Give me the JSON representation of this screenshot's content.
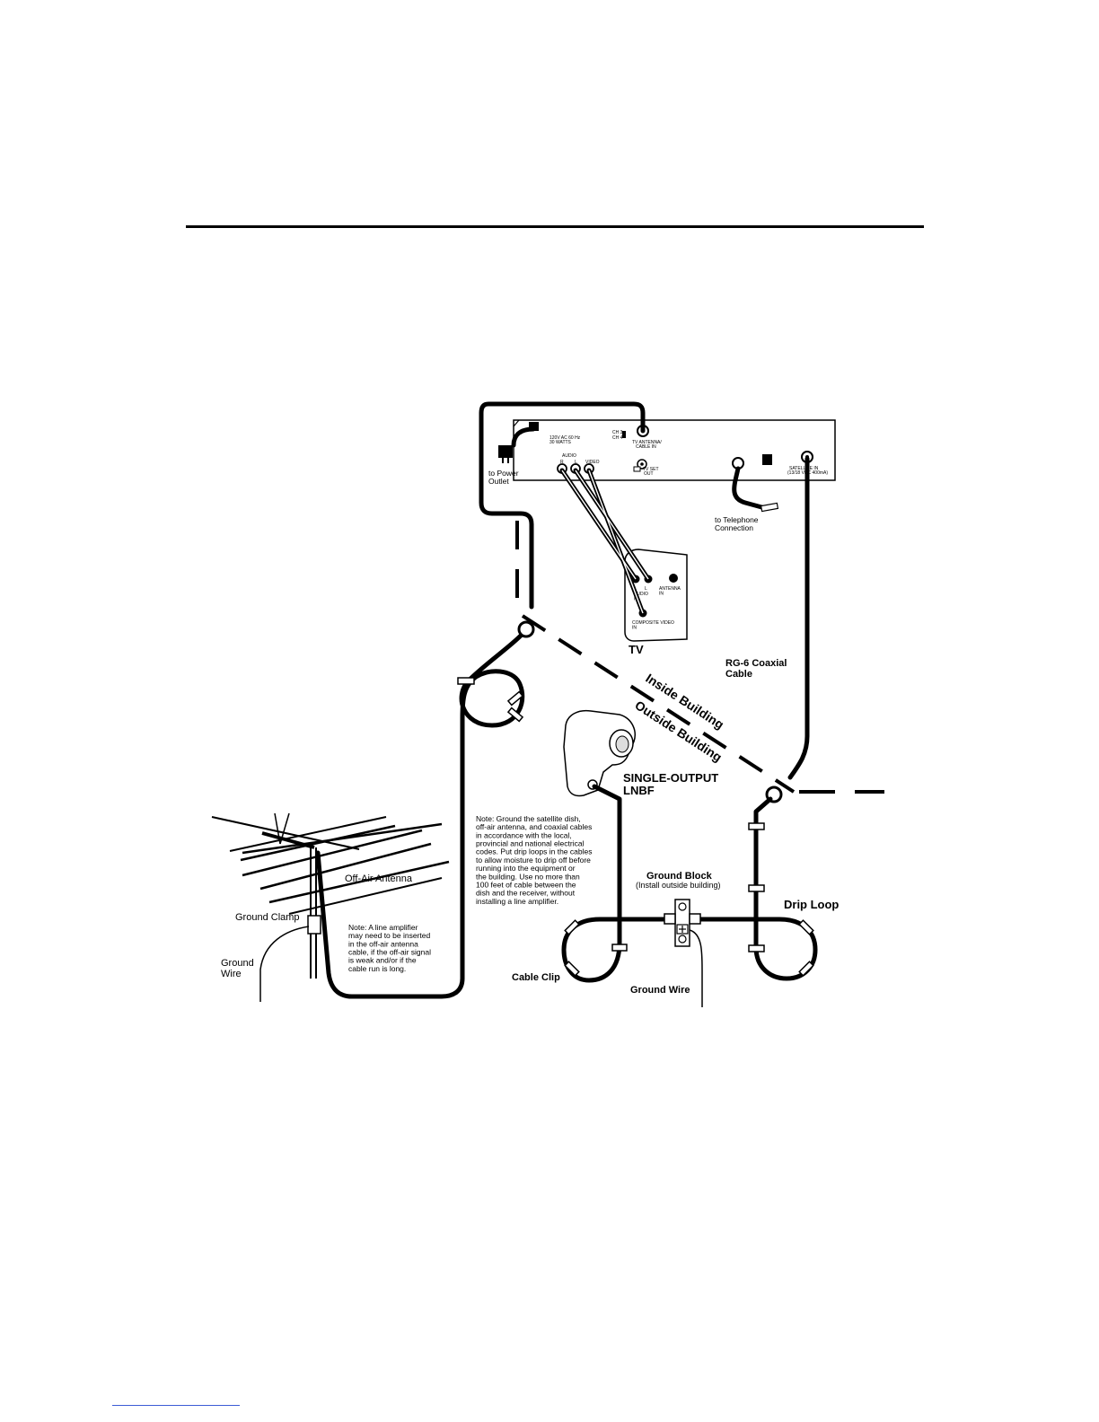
{
  "receiver": {
    "power_label": "to Power\nOutlet",
    "telephone_label": "to Telephone\nConnection",
    "panel_small_1": "120V AC 60 Hz",
    "panel_small_2": "30 WATTS",
    "panel_ch3": "CH 3",
    "panel_ch4": "CH 4",
    "panel_tv_antenna": "TV ANTENNA/",
    "panel_cable_in": "CABLE IN",
    "panel_audio": "AUDIO",
    "panel_r": "R",
    "panel_l": "L",
    "panel_video": "VIDEO",
    "panel_tv_set": "TV SET",
    "panel_out": "OUT",
    "panel_sat_in": "SATELLITE IN",
    "panel_sat_in2": "(13/18 VDC 400mA)"
  },
  "tv": {
    "label": "TV",
    "antenna_in": "ANTENNA\nIN",
    "audio_r": "R",
    "audio_l": "L",
    "audio_label": "AUDIO\nIN",
    "composite": "COMPOSITE VIDEO\nIN"
  },
  "labels": {
    "rg6": "RG-6 Coaxial\nCable",
    "inside": "Inside Building",
    "outside": "Outside Building",
    "lnbf": "SINGLE-OUTPUT\nLNBF",
    "off_air_antenna": "Off-Air Antenna",
    "ground_clamp": "Ground Clamp",
    "ground_wire_left": "Ground\nWire",
    "ground_block": "Ground  Block",
    "ground_block_sub": "(Install outside building)",
    "drip_loop": "Drip Loop",
    "cable_clip": "Cable Clip",
    "ground_wire": "Ground  Wire"
  },
  "notes": {
    "grounding": "Note:  Ground the satellite dish,\noff-air antenna, and coaxial cables\nin accordance with the local,\nprovincial and national electrical\ncodes. Put drip loops in the cables\nto allow moisture to drip off before\nrunning into the equipment or\nthe building. Use no more than\n100 feet of cable between the\ndish and the receiver, without\ninstalling a line amplifier.",
    "amplifier": "Note:  A line amplifier\nmay need to be inserted\nin the off-air antenna\ncable, if the off-air signal\nis weak and/or if the\ncable run is long."
  }
}
